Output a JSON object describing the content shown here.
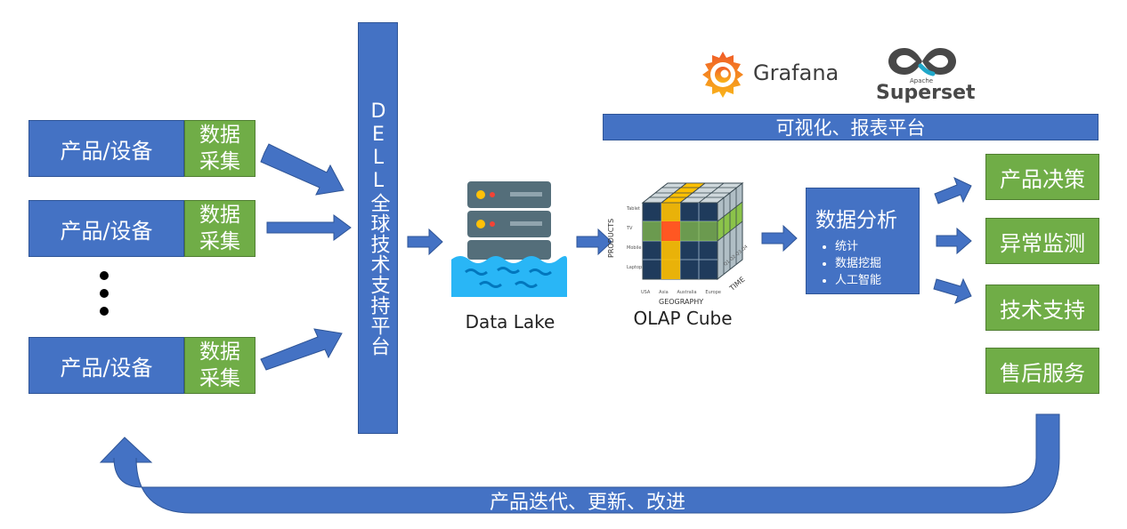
{
  "devices": [
    {
      "label": "产品/设备",
      "collect": "数据采集"
    },
    {
      "label": "产品/设备",
      "collect": "数据采集"
    },
    {
      "label": "产品/设备",
      "collect": "数据采集"
    }
  ],
  "platform": "DELL全球技术支持平台",
  "data_lake": "Data Lake",
  "olap": {
    "caption": "OLAP Cube",
    "axis_products": "PRODUCTS",
    "axis_geography": "GEOGRAPHY",
    "axis_time": "TIME",
    "products": [
      "Tablet",
      "TV",
      "Mobile",
      "Laptop"
    ],
    "geography": [
      "USA",
      "Asia",
      "Australia",
      "Europe"
    ],
    "time": [
      "Q1",
      "Q2",
      "Q3",
      "Q4"
    ]
  },
  "analysis": {
    "title": "数据分析",
    "items": [
      "统计",
      "数据挖掘",
      "人工智能"
    ]
  },
  "viz": {
    "label": "可视化、报表平台",
    "grafana": "Grafana",
    "superset_small": "Apache",
    "superset": "Superset"
  },
  "outcomes": [
    "产品决策",
    "异常监测",
    "技术支持",
    "售后服务"
  ],
  "feedback": "产品迭代、更新、改进",
  "colors": {
    "blue": "#4472c4",
    "green": "#70ad47",
    "cube_yellow": "#ffc000",
    "cube_red": "#ff0000"
  }
}
